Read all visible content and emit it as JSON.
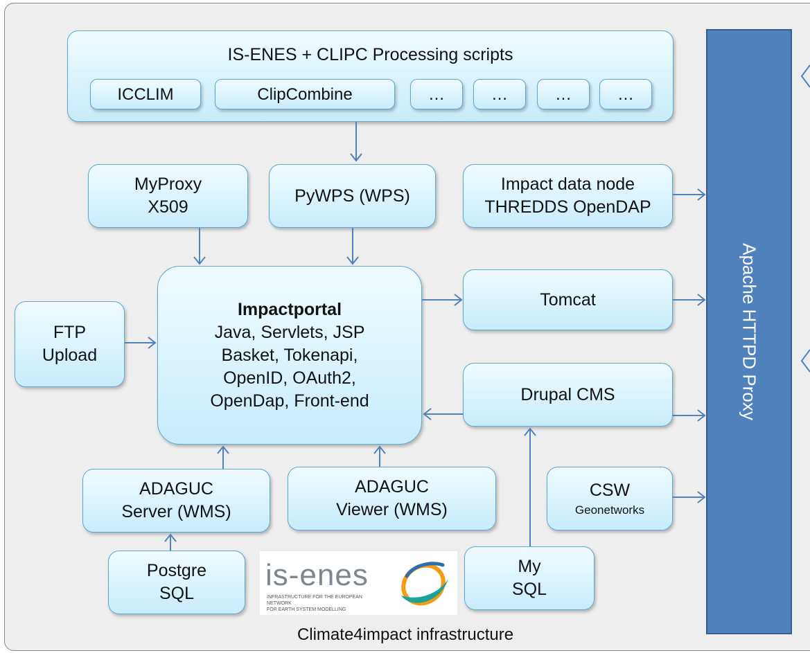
{
  "processing": {
    "title": "IS-ENES + CLIPC Processing scripts",
    "scripts": [
      "ICCLIM",
      "ClipCombine",
      "…",
      "…",
      "…",
      "…"
    ]
  },
  "myproxy": {
    "line1": "MyProxy",
    "line2": "X509"
  },
  "pywps": {
    "label": "PyWPS (WPS)"
  },
  "impact_data_node": {
    "line1": "Impact data node",
    "line2": "THREDDS OpenDAP"
  },
  "ftp": {
    "line1": "FTP",
    "line2": "Upload"
  },
  "impactportal": {
    "title": "Impactportal",
    "lines": [
      "Java, Servlets, JSP",
      "Basket, Tokenapi,",
      "OpenID, OAuth2,",
      "OpenDap, Front-end"
    ]
  },
  "tomcat": {
    "label": "Tomcat"
  },
  "drupal": {
    "label": "Drupal CMS"
  },
  "adaguc_server": {
    "line1": "ADAGUC",
    "line2": "Server (WMS)"
  },
  "adaguc_viewer": {
    "line1": "ADAGUC",
    "line2": "Viewer (WMS)"
  },
  "csw": {
    "line1": "CSW",
    "line2": "Geonetworks"
  },
  "postgresql": {
    "line1": "Postgre",
    "line2": "SQL"
  },
  "mysql": {
    "line1": "My",
    "line2": "SQL"
  },
  "proxy": {
    "label": "Apache HTTPD Proxy"
  },
  "logo": {
    "word": "is-enes",
    "tagline1": "INFRASTRUCTURE FOR THE EUROPEAN NETWORK",
    "tagline2": "FOR EARTH SYSTEM MODELLING"
  },
  "caption": "Climate4impact infrastructure",
  "colors": {
    "box_fill": "#c8ecfa",
    "box_border": "#5fa8d0",
    "proxy": "#4f81bd",
    "arrow": "#4f81bd",
    "background": "#eeeeee"
  }
}
